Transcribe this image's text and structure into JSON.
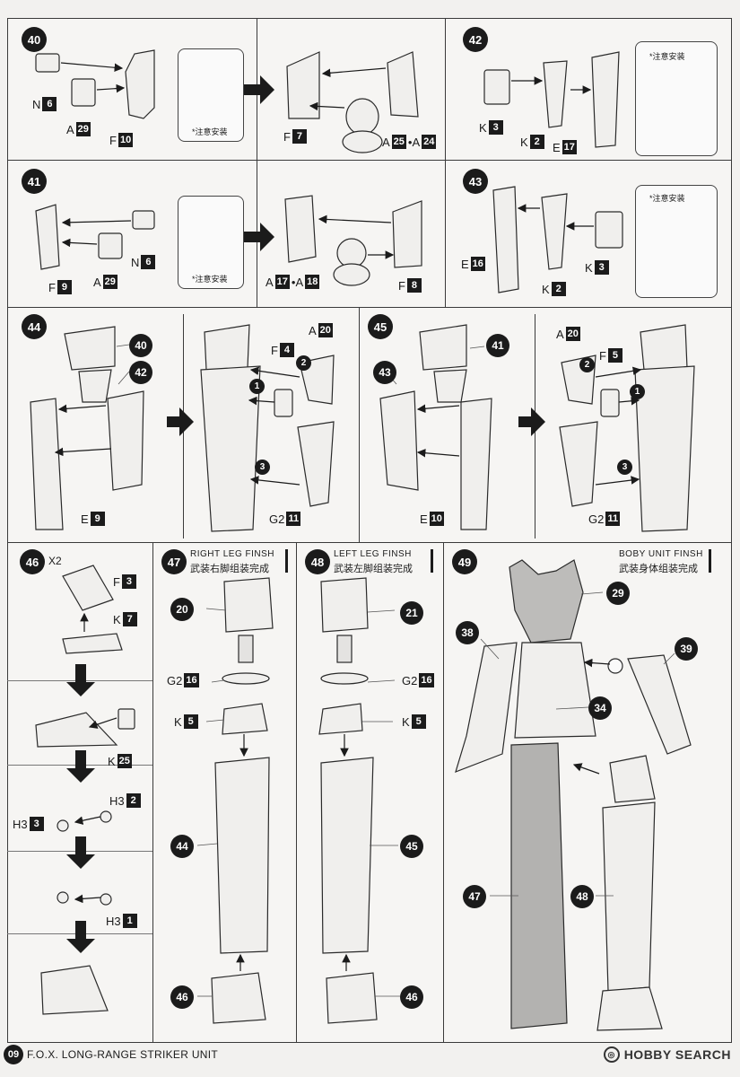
{
  "steps": {
    "s40": "40",
    "s41": "41",
    "s42": "42",
    "s43": "43",
    "s44": "44",
    "s45": "45",
    "s46": "46",
    "s47": "47",
    "s48": "48",
    "s49": "49"
  },
  "note": "*注意安装",
  "parts": {
    "s40": {
      "n6": {
        "l": "N",
        "n": "6"
      },
      "a29": {
        "l": "A",
        "n": "29"
      },
      "f10": {
        "l": "F",
        "n": "10"
      },
      "f7": {
        "l": "F",
        "n": "7"
      },
      "a25a24": {
        "l": "A",
        "n": "25",
        "sep": "•A",
        "n2": "24"
      }
    },
    "s41": {
      "n6": {
        "l": "N",
        "n": "6"
      },
      "a29": {
        "l": "A",
        "n": "29"
      },
      "f9": {
        "l": "F",
        "n": "9"
      },
      "a17a18": {
        "l": "A",
        "n": "17",
        "sep": "•A",
        "n2": "18"
      },
      "f8": {
        "l": "F",
        "n": "8"
      }
    },
    "s42": {
      "k3": {
        "l": "K",
        "n": "3"
      },
      "k2": {
        "l": "K",
        "n": "2"
      },
      "e17": {
        "l": "E",
        "n": "17"
      }
    },
    "s43": {
      "e16": {
        "l": "E",
        "n": "16"
      },
      "k2": {
        "l": "K",
        "n": "2"
      },
      "k3": {
        "l": "K",
        "n": "3"
      }
    },
    "s44": {
      "r40": "40",
      "r42": "42",
      "e9": {
        "l": "E",
        "n": "9"
      },
      "a20": {
        "l": "A",
        "n": "20"
      },
      "f4": {
        "l": "F",
        "n": "4"
      },
      "g211": {
        "l": "G2",
        "n": "11"
      },
      "c1": "1",
      "c2": "2",
      "c3": "3"
    },
    "s45": {
      "r41": "41",
      "r43": "43",
      "e10": {
        "l": "E",
        "n": "10"
      },
      "a20": {
        "l": "A",
        "n": "20"
      },
      "f5": {
        "l": "F",
        "n": "5"
      },
      "g211": {
        "l": "G2",
        "n": "11"
      },
      "c1": "1",
      "c2": "2",
      "c3": "3"
    },
    "s46": {
      "x2": "X2",
      "f3": {
        "l": "F",
        "n": "3"
      },
      "k7": {
        "l": "K",
        "n": "7"
      },
      "k25": {
        "l": "K",
        "n": "25"
      },
      "h32": {
        "l": "H3",
        "n": "2"
      },
      "h33": {
        "l": "H3",
        "n": "3"
      },
      "h31": {
        "l": "H3",
        "n": "1"
      }
    },
    "s47": {
      "r20": "20",
      "g216": {
        "l": "G2",
        "n": "16"
      },
      "k5": {
        "l": "K",
        "n": "5"
      },
      "r44": "44",
      "r46": "46"
    },
    "s48": {
      "r21": "21",
      "g216": {
        "l": "G2",
        "n": "16"
      },
      "k5": {
        "l": "K",
        "n": "5"
      },
      "r45": "45",
      "r46": "46"
    },
    "s49": {
      "r29": "29",
      "r38": "38",
      "r39": "39",
      "r34": "34",
      "r47": "47",
      "r48": "48"
    }
  },
  "labels": {
    "s47_en": "RIGHT LEG FINSH",
    "s47_cn": "武装右脚组装完成",
    "s48_en": "LEFT LEG FINSH",
    "s48_cn": "武装左脚组装完成",
    "s49_en": "BOBY UNIT FINSH",
    "s49_cn": "武装身体组装完成"
  },
  "footer": {
    "page": "09",
    "title": "F.O.X. LONG-RANGE STRIKER UNIT",
    "brand": "HOBBY SEARCH"
  }
}
